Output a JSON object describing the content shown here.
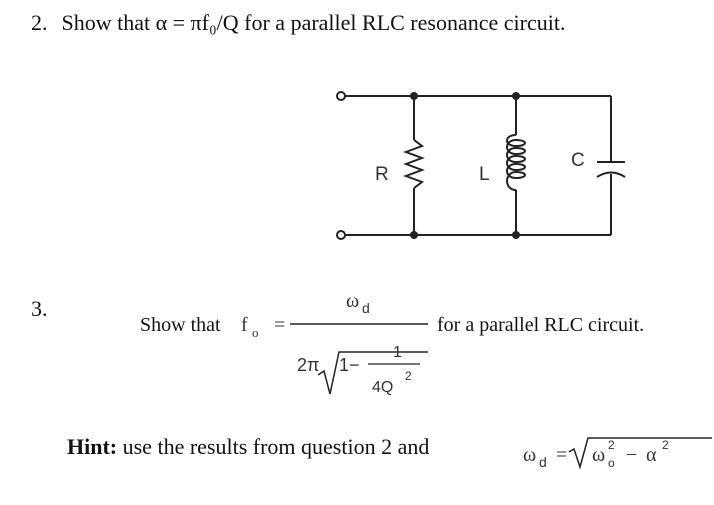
{
  "question2": {
    "number": "2.",
    "text": "Show that α = πf₀/Q for a parallel RLC resonance circuit."
  },
  "circuit": {
    "labels": {
      "r": "R",
      "l": "L",
      "c": "C"
    }
  },
  "question3": {
    "number": "3.",
    "prefix": "Show that",
    "suffix": "for a parallel RLC circuit.",
    "formula": {
      "lhs": "f",
      "lhs_sub": "o",
      "equals": "=",
      "numerator": "ω",
      "numerator_sub": "d",
      "denom_coef": "2π",
      "denom_one": "1−",
      "inner_num": "1",
      "inner_den": "4Q",
      "inner_den_sup": "2"
    }
  },
  "hint": {
    "label": "Hint:",
    "text": "use the results from question 2 and",
    "formula": {
      "lhs": "ω",
      "lhs_sub": "d",
      "equals": "=",
      "term1": "ω",
      "term1_sup": "2",
      "term1_sub": "o",
      "minus": "−",
      "term2": "α",
      "term2_sup": "2"
    }
  }
}
